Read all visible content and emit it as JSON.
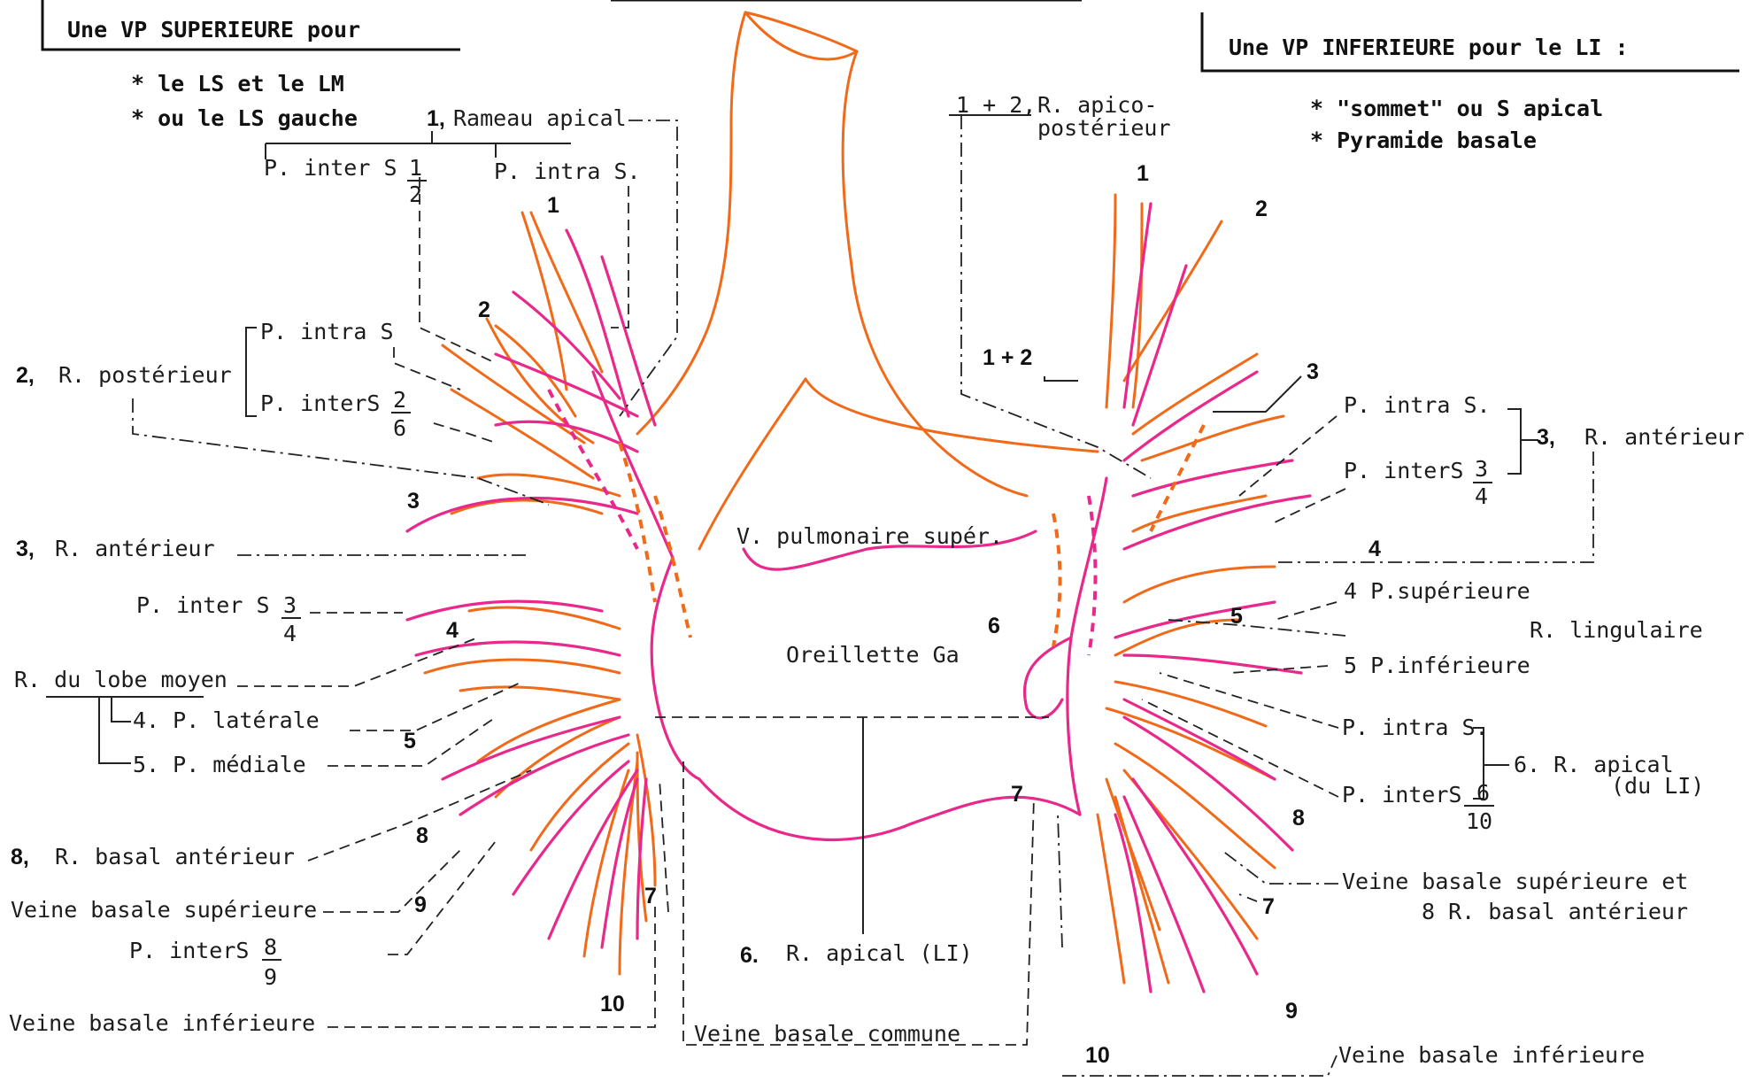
{
  "left_header": {
    "title": "Une VP  SUPERIEURE  pour",
    "items": [
      "* le LS et le LM",
      "* ou le LS gauche"
    ]
  },
  "right_header": {
    "title": "Une VP  INFERIEURE  pour le LI :",
    "items": [
      "*  \"sommet\" ou S apical",
      "*  Pyramide  basale"
    ]
  },
  "center": {
    "vein_label": "V. pulmonaire supér.",
    "atrium_label": "Oreillette Ga",
    "apical_label": "R. apical (LI)",
    "apical_num": "6.",
    "common_vein": "Veine basale commune",
    "num_6": "6",
    "num_7": "7"
  },
  "left_labels": {
    "apical_num": "1,",
    "apical": "Rameau apical",
    "inter_s_1": "P. inter S",
    "frac_1_num": "1",
    "frac_1_den": "2",
    "intra_s_1": "P. intra S.",
    "intra_s_2": "P. intra S",
    "posterior_num": "2,",
    "posterior": "R. postérieur",
    "inter_s_2": "P. interS",
    "frac_2_num": "2",
    "frac_2_den": "6",
    "anterior_num": "3,",
    "anterior": "R. antérieur",
    "inter_s_3": "P. inter S",
    "frac_3_num": "3",
    "frac_3_den": "4",
    "middle_lobe": "R. du lobe moyen",
    "lateral": "4. P. latérale",
    "medial": "5. P. médiale",
    "basal_num": "8,",
    "basal": "R. basal  antérieur",
    "sup_basal_vein": "Veine basale supérieure",
    "inter_s_8": "P. interS",
    "frac_8_num": "8",
    "frac_8_den": "9",
    "inf_basal_vein": "Veine basale inférieure"
  },
  "left_numbers": [
    "1",
    "2",
    "3",
    "4",
    "5",
    "8",
    "9",
    "7",
    "10"
  ],
  "right_labels": {
    "apico_num": "1 + 2,",
    "apico_1": "R. apico-",
    "apico_2": "postérieur",
    "seg_12": "1 + 2",
    "intra_s_3": "P. intra S.",
    "inter_s_3": "P. interS",
    "frac_3_num": "3",
    "frac_3_den": "4",
    "anterior_num": "3,",
    "anterior": "R. antérieur",
    "sup_part": "4 P.supérieure",
    "lingular": "R. lingulaire",
    "inf_part": "5 P.inférieure",
    "intra_s_6": "P. intra S.",
    "inter_s_6": "P. interS",
    "frac_6_num": "6",
    "frac_6_den": "10",
    "apical_6": "6. R. apical",
    "apical_6b": "(du LI)",
    "sup_basal_1": "Veine basale supérieure et",
    "sup_basal_2": "8  R. basal antérieur",
    "num_7": "7",
    "inf_basal": "Veine basale inférieure"
  },
  "right_numbers": [
    "1",
    "2",
    "3",
    "4",
    "5",
    "8",
    "9",
    "10"
  ],
  "colors": {
    "vein": "#f06a1a",
    "artery": "#e8288a",
    "text": "#1c1c1c"
  }
}
